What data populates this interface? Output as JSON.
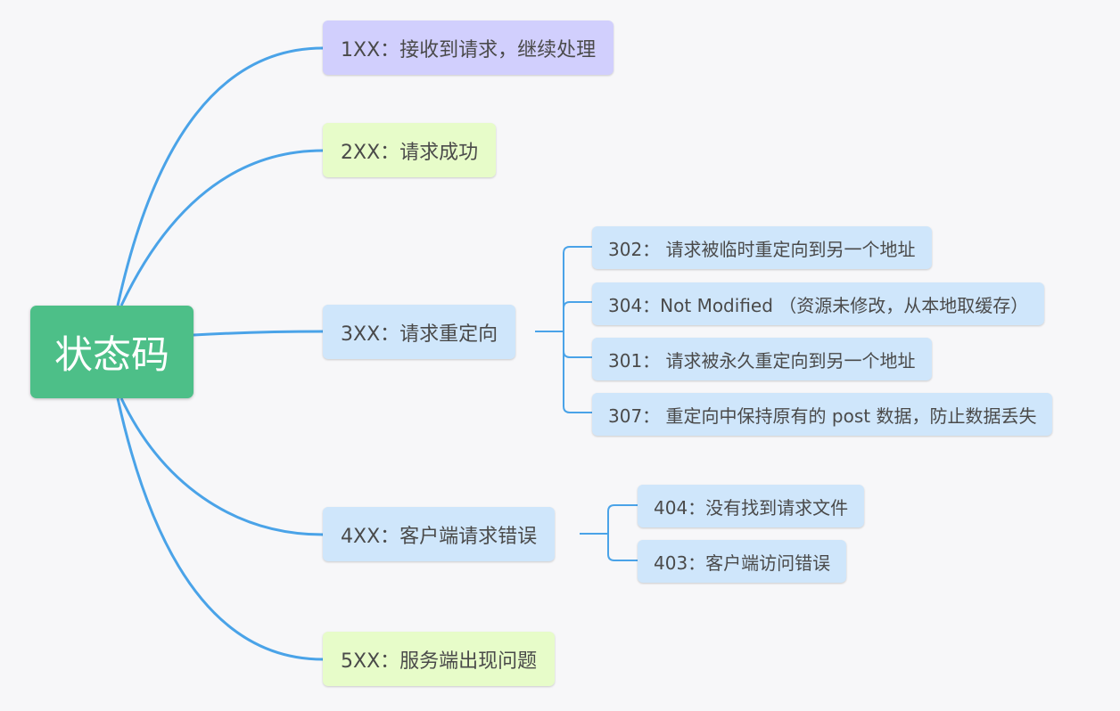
{
  "mindmap": {
    "root": {
      "label": "状态码",
      "color": "#4dbf88"
    },
    "branches": [
      {
        "label": "1XX：接收到请求，继续处理",
        "color": "#d1cffd"
      },
      {
        "label": "2XX：请求成功",
        "color": "#e7fcc9"
      },
      {
        "label": "3XX：请求重定向",
        "color": "#cfe6fb",
        "children": [
          {
            "label": "302： 请求被临时重定向到另一个地址"
          },
          {
            "label": "304：Not Modified （资源未修改，从本地取缓存）"
          },
          {
            "label": "301： 请求被永久重定向到另一个地址"
          },
          {
            "label": "307： 重定向中保持原有的 post 数据，防止数据丢失"
          }
        ]
      },
      {
        "label": "4XX：客户端请求错误",
        "color": "#cfe6fb",
        "children": [
          {
            "label": "404：没有找到请求文件"
          },
          {
            "label": "403：客户端访问错误"
          }
        ]
      },
      {
        "label": "5XX：服务端出现问题",
        "color": "#e7fcc9"
      }
    ],
    "child_color": "#cfe6fb",
    "line_color": "#4aa3e8"
  }
}
